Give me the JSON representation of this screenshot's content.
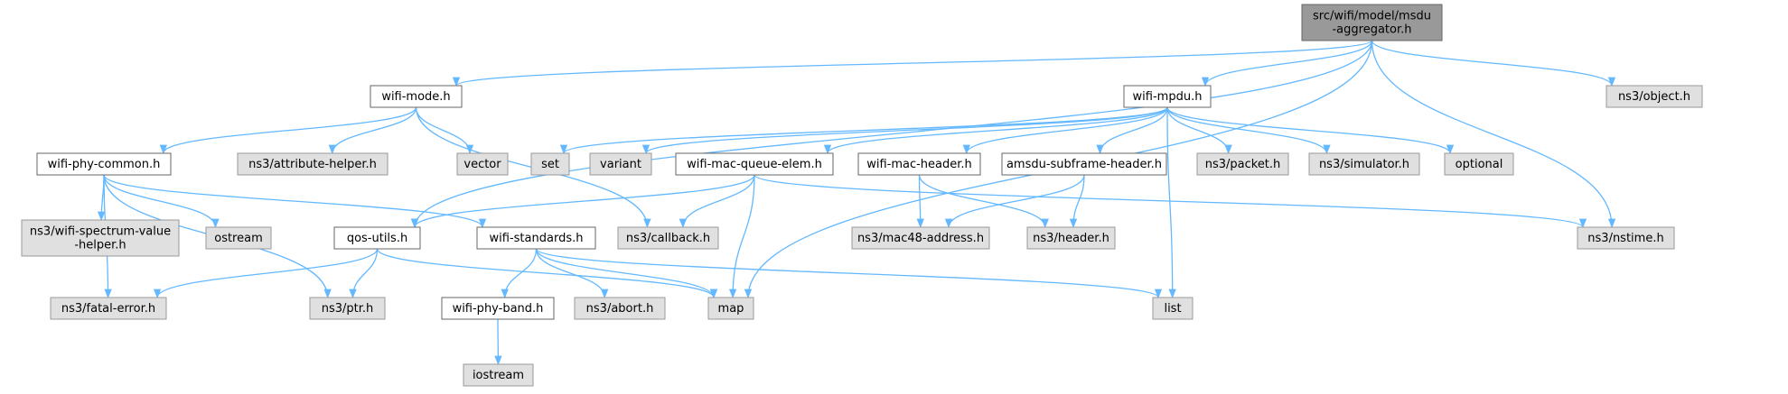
{
  "graph": {
    "nodes": [
      {
        "id": "root",
        "kind": "root",
        "lines": [
          "src/wifi/model/msdu",
          "-aggregator.h"
        ]
      },
      {
        "id": "wifi_mode",
        "kind": "local",
        "lines": [
          "wifi-mode.h"
        ]
      },
      {
        "id": "wifi_mpdu",
        "kind": "local",
        "lines": [
          "wifi-mpdu.h"
        ]
      },
      {
        "id": "ns3_object",
        "kind": "std",
        "lines": [
          "ns3/object.h"
        ]
      },
      {
        "id": "wifi_phy_common",
        "kind": "local",
        "lines": [
          "wifi-phy-common.h"
        ]
      },
      {
        "id": "attribute_helper",
        "kind": "std",
        "lines": [
          "ns3/attribute-helper.h"
        ]
      },
      {
        "id": "vector",
        "kind": "std",
        "lines": [
          "vector"
        ]
      },
      {
        "id": "set",
        "kind": "std",
        "lines": [
          "set"
        ]
      },
      {
        "id": "variant",
        "kind": "std",
        "lines": [
          "variant"
        ]
      },
      {
        "id": "mac_queue_elem",
        "kind": "local",
        "lines": [
          "wifi-mac-queue-elem.h"
        ]
      },
      {
        "id": "mac_header",
        "kind": "local",
        "lines": [
          "wifi-mac-header.h"
        ]
      },
      {
        "id": "amsdu_header",
        "kind": "local",
        "lines": [
          "amsdu-subframe-header.h"
        ]
      },
      {
        "id": "ns3_packet",
        "kind": "std",
        "lines": [
          "ns3/packet.h"
        ]
      },
      {
        "id": "ns3_simulator",
        "kind": "std",
        "lines": [
          "ns3/simulator.h"
        ]
      },
      {
        "id": "optional",
        "kind": "std",
        "lines": [
          "optional"
        ]
      },
      {
        "id": "spectrum_helper",
        "kind": "std",
        "lines": [
          "ns3/wifi-spectrum-value",
          "-helper.h"
        ]
      },
      {
        "id": "ostream",
        "kind": "std",
        "lines": [
          "ostream"
        ]
      },
      {
        "id": "qos_utils",
        "kind": "local",
        "lines": [
          "qos-utils.h"
        ]
      },
      {
        "id": "wifi_standards",
        "kind": "local",
        "lines": [
          "wifi-standards.h"
        ]
      },
      {
        "id": "ns3_callback",
        "kind": "std",
        "lines": [
          "ns3/callback.h"
        ]
      },
      {
        "id": "mac48",
        "kind": "std",
        "lines": [
          "ns3/mac48-address.h"
        ]
      },
      {
        "id": "ns3_header",
        "kind": "std",
        "lines": [
          "ns3/header.h"
        ]
      },
      {
        "id": "ns3_nstime",
        "kind": "std",
        "lines": [
          "ns3/nstime.h"
        ]
      },
      {
        "id": "fatal_error",
        "kind": "std",
        "lines": [
          "ns3/fatal-error.h"
        ]
      },
      {
        "id": "ns3_ptr",
        "kind": "std",
        "lines": [
          "ns3/ptr.h"
        ]
      },
      {
        "id": "wifi_phy_band",
        "kind": "local",
        "lines": [
          "wifi-phy-band.h"
        ]
      },
      {
        "id": "ns3_abort",
        "kind": "std",
        "lines": [
          "ns3/abort.h"
        ]
      },
      {
        "id": "map",
        "kind": "std",
        "lines": [
          "map"
        ]
      },
      {
        "id": "list",
        "kind": "std",
        "lines": [
          "list"
        ]
      },
      {
        "id": "iostream",
        "kind": "std",
        "lines": [
          "iostream"
        ]
      }
    ],
    "edges": [
      [
        "root",
        "wifi_mode"
      ],
      [
        "root",
        "wifi_mpdu"
      ],
      [
        "root",
        "ns3_object"
      ],
      [
        "root",
        "qos_utils"
      ],
      [
        "root",
        "ns3_nstime"
      ],
      [
        "root",
        "map"
      ],
      [
        "wifi_mode",
        "wifi_phy_common"
      ],
      [
        "wifi_mode",
        "attribute_helper"
      ],
      [
        "wifi_mode",
        "vector"
      ],
      [
        "wifi_mode",
        "ns3_callback"
      ],
      [
        "wifi_mpdu",
        "set"
      ],
      [
        "wifi_mpdu",
        "variant"
      ],
      [
        "wifi_mpdu",
        "mac_queue_elem"
      ],
      [
        "wifi_mpdu",
        "mac_header"
      ],
      [
        "wifi_mpdu",
        "amsdu_header"
      ],
      [
        "wifi_mpdu",
        "ns3_packet"
      ],
      [
        "wifi_mpdu",
        "ns3_simulator"
      ],
      [
        "wifi_mpdu",
        "optional"
      ],
      [
        "wifi_mpdu",
        "list"
      ],
      [
        "wifi_phy_common",
        "spectrum_helper"
      ],
      [
        "wifi_phy_common",
        "ostream"
      ],
      [
        "wifi_phy_common",
        "wifi_standards"
      ],
      [
        "wifi_phy_common",
        "fatal_error"
      ],
      [
        "wifi_phy_common",
        "ns3_ptr"
      ],
      [
        "mac_queue_elem",
        "qos_utils"
      ],
      [
        "mac_queue_elem",
        "ns3_callback"
      ],
      [
        "mac_queue_elem",
        "map"
      ],
      [
        "mac_queue_elem",
        "ns3_nstime"
      ],
      [
        "mac_header",
        "mac48"
      ],
      [
        "mac_header",
        "ns3_header"
      ],
      [
        "amsdu_header",
        "mac48"
      ],
      [
        "amsdu_header",
        "ns3_header"
      ],
      [
        "qos_utils",
        "fatal_error"
      ],
      [
        "qos_utils",
        "ns3_ptr"
      ],
      [
        "qos_utils",
        "map"
      ],
      [
        "wifi_standards",
        "wifi_phy_band"
      ],
      [
        "wifi_standards",
        "ns3_abort"
      ],
      [
        "wifi_standards",
        "map"
      ],
      [
        "wifi_standards",
        "list"
      ],
      [
        "wifi_phy_band",
        "iostream"
      ]
    ]
  }
}
